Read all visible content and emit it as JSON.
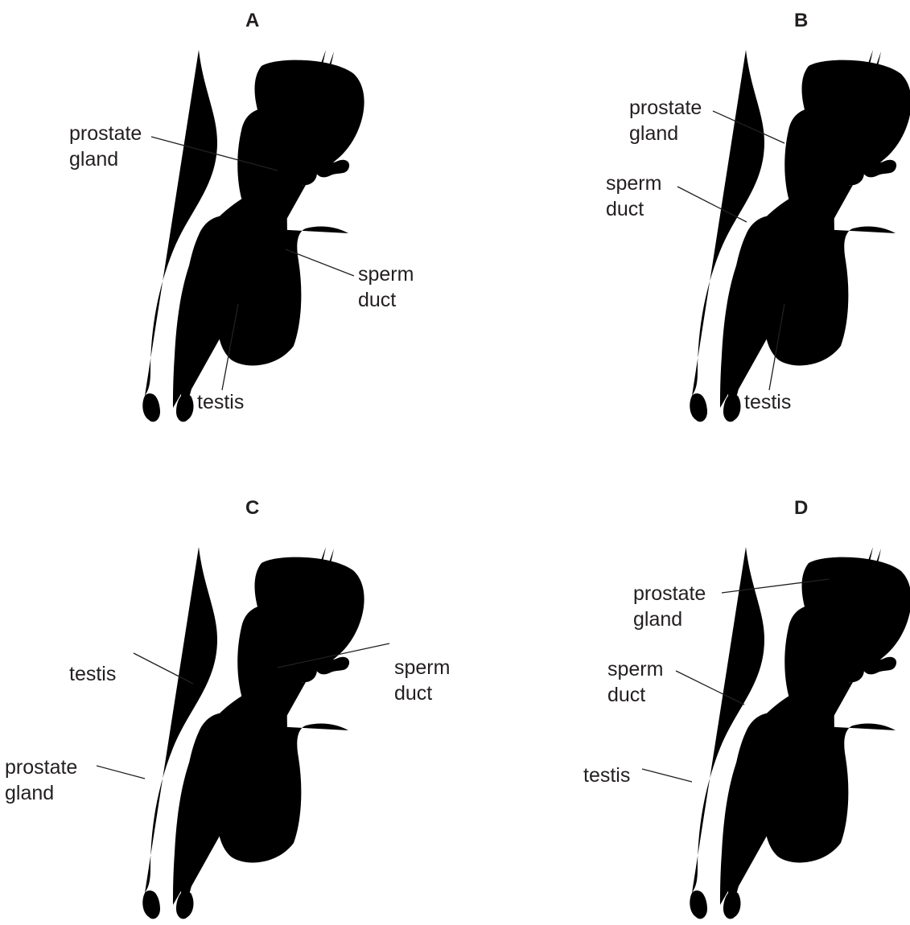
{
  "panels": [
    {
      "letter": "A",
      "labels": {
        "prostate_1": "prostate",
        "prostate_2": "gland",
        "sperm_1": "sperm",
        "sperm_2": "duct",
        "testis": "testis"
      }
    },
    {
      "letter": "B",
      "labels": {
        "prostate_1": "prostate",
        "prostate_2": "gland",
        "sperm_1": "sperm",
        "sperm_2": "duct",
        "testis": "testis"
      }
    },
    {
      "letter": "C",
      "labels": {
        "testis": "testis",
        "sperm_1": "sperm",
        "sperm_2": "duct",
        "prostate_1": "prostate",
        "prostate_2": "gland"
      }
    },
    {
      "letter": "D",
      "labels": {
        "prostate_1": "prostate",
        "prostate_2": "gland",
        "sperm_1": "sperm",
        "sperm_2": "duct",
        "testis": "testis"
      }
    }
  ]
}
